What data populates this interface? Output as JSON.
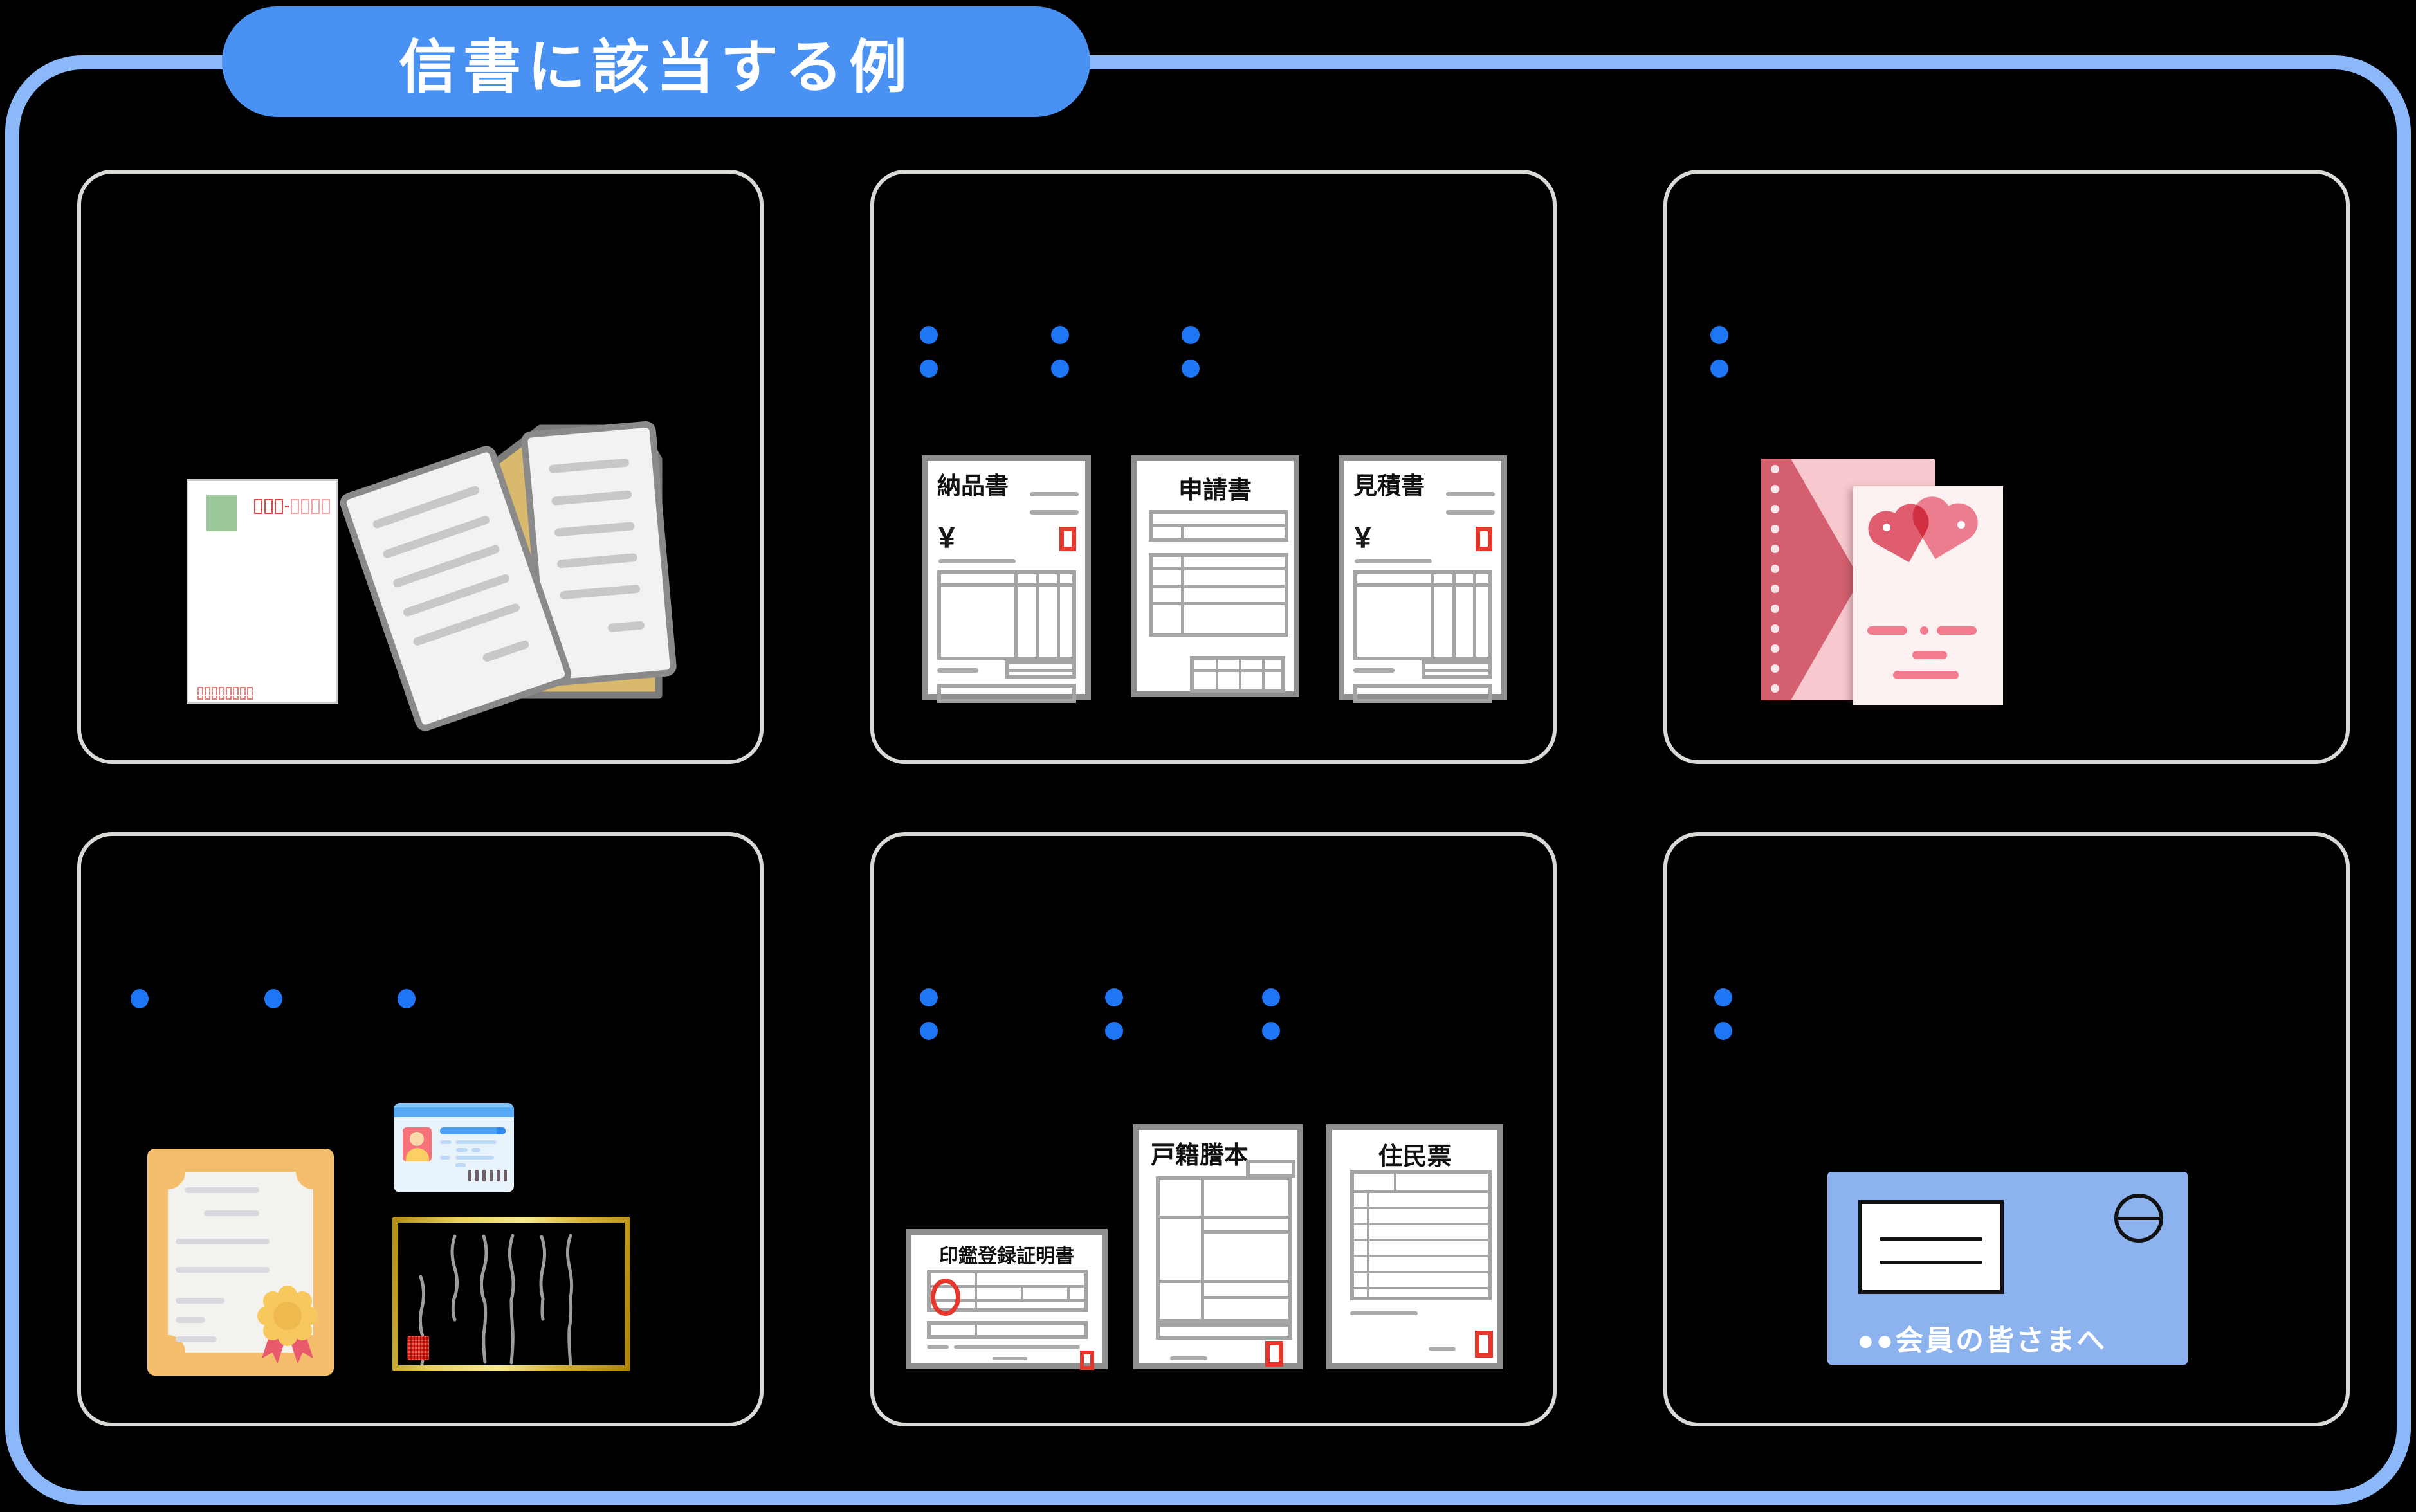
{
  "title": "信書に該当する例",
  "documents": {
    "delivery_note": {
      "label": "納品書",
      "yen": "¥"
    },
    "application_form": {
      "label": "申請書"
    },
    "estimate": {
      "label": "見積書",
      "yen": "¥"
    },
    "seal_registration": {
      "label": "印鑑登録証明書"
    },
    "family_register": {
      "label": "戸籍謄本"
    },
    "resident_record": {
      "label": "住民票"
    }
  },
  "dm_envelope": {
    "recipient_text": "●●会員の皆さまへ"
  },
  "colors": {
    "badge_blue": "#4a91f4",
    "frame_blue": "#8cb7f8",
    "marker_blue": "#1e76f5",
    "panel_border": "#d9d9d6",
    "doc_border": "#8f8f8f",
    "table_gray": "#a5a5a5",
    "stamp_red": "#e5372b",
    "postcard_stamp_green": "#9cc79b",
    "postal_frame_red": "#dd4a45",
    "postal_frame_light_red": "#f2a7a5",
    "kraft_envelope_tan": "#d9b96e",
    "letter_paper": "#f2f2f2",
    "pink_envelope": "#f7c9cf",
    "pink_flap": "#d4606f",
    "greeting_card": "#fcf1f1",
    "heart_dark": "#e26274",
    "heart_light": "#ee8496",
    "greeting_line_pink": "#f27b8d",
    "certificate_frame_orange": "#f5be6c",
    "medal_gold": "#f6c85e",
    "ribbon_red": "#e85a6c",
    "idcard_blue": "#56a9f4",
    "idcard_photo_red": "#f8747a",
    "idcard_person_yellow": "#fbcf63",
    "gold_frame": "#d3ad2e",
    "ink_stroke_gray": "#9d9d9d",
    "seal_red": "#df2214",
    "dm_envelope_blue": "#8cb3ee",
    "background": "#000000"
  }
}
